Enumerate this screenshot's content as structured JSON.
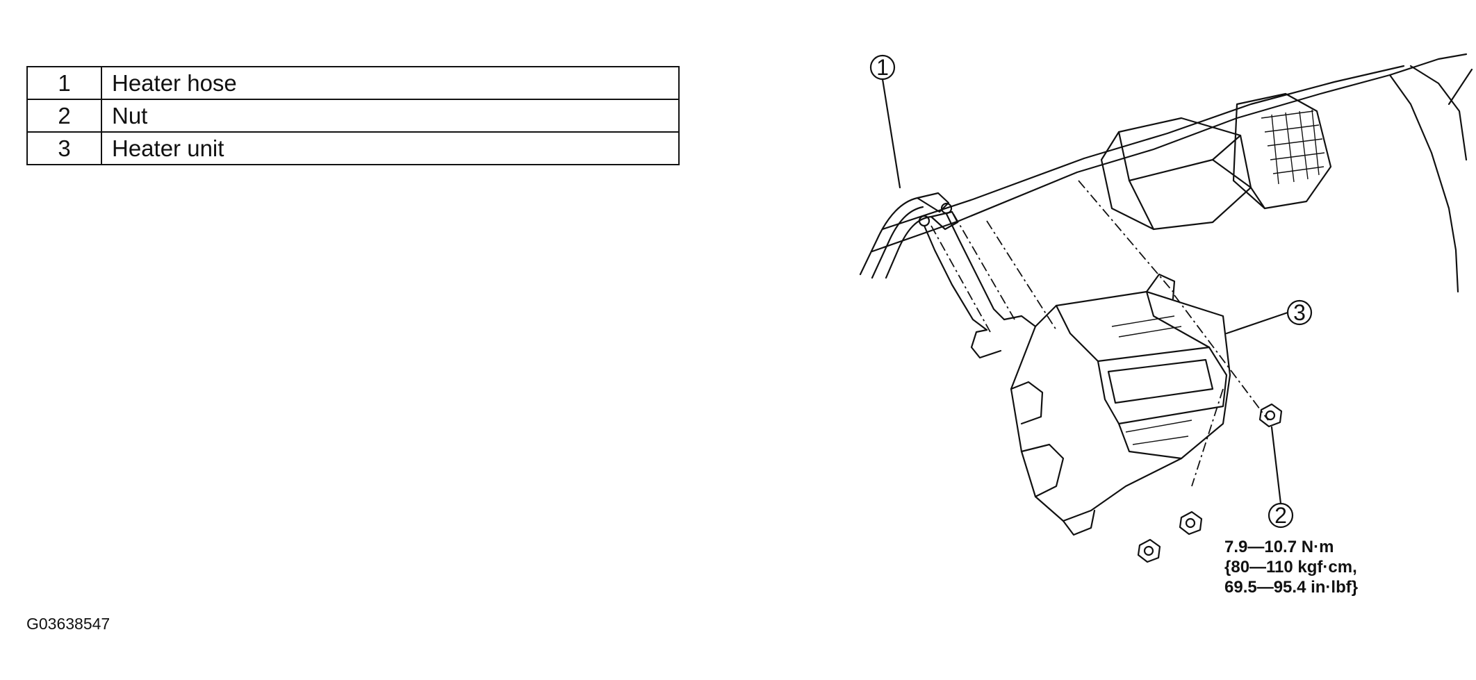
{
  "legend": [
    {
      "num": "1",
      "label": "Heater hose"
    },
    {
      "num": "2",
      "label": "Nut"
    },
    {
      "num": "3",
      "label": "Heater unit"
    }
  ],
  "callouts": {
    "c1": "1",
    "c2": "2",
    "c3": "3"
  },
  "torque_spec": {
    "line1": "7.9—10.7 N·m",
    "line2": "{80—110 kgf·cm,",
    "line3": "69.5—95.4 in·lbf}"
  },
  "figure_id": "G03638547"
}
